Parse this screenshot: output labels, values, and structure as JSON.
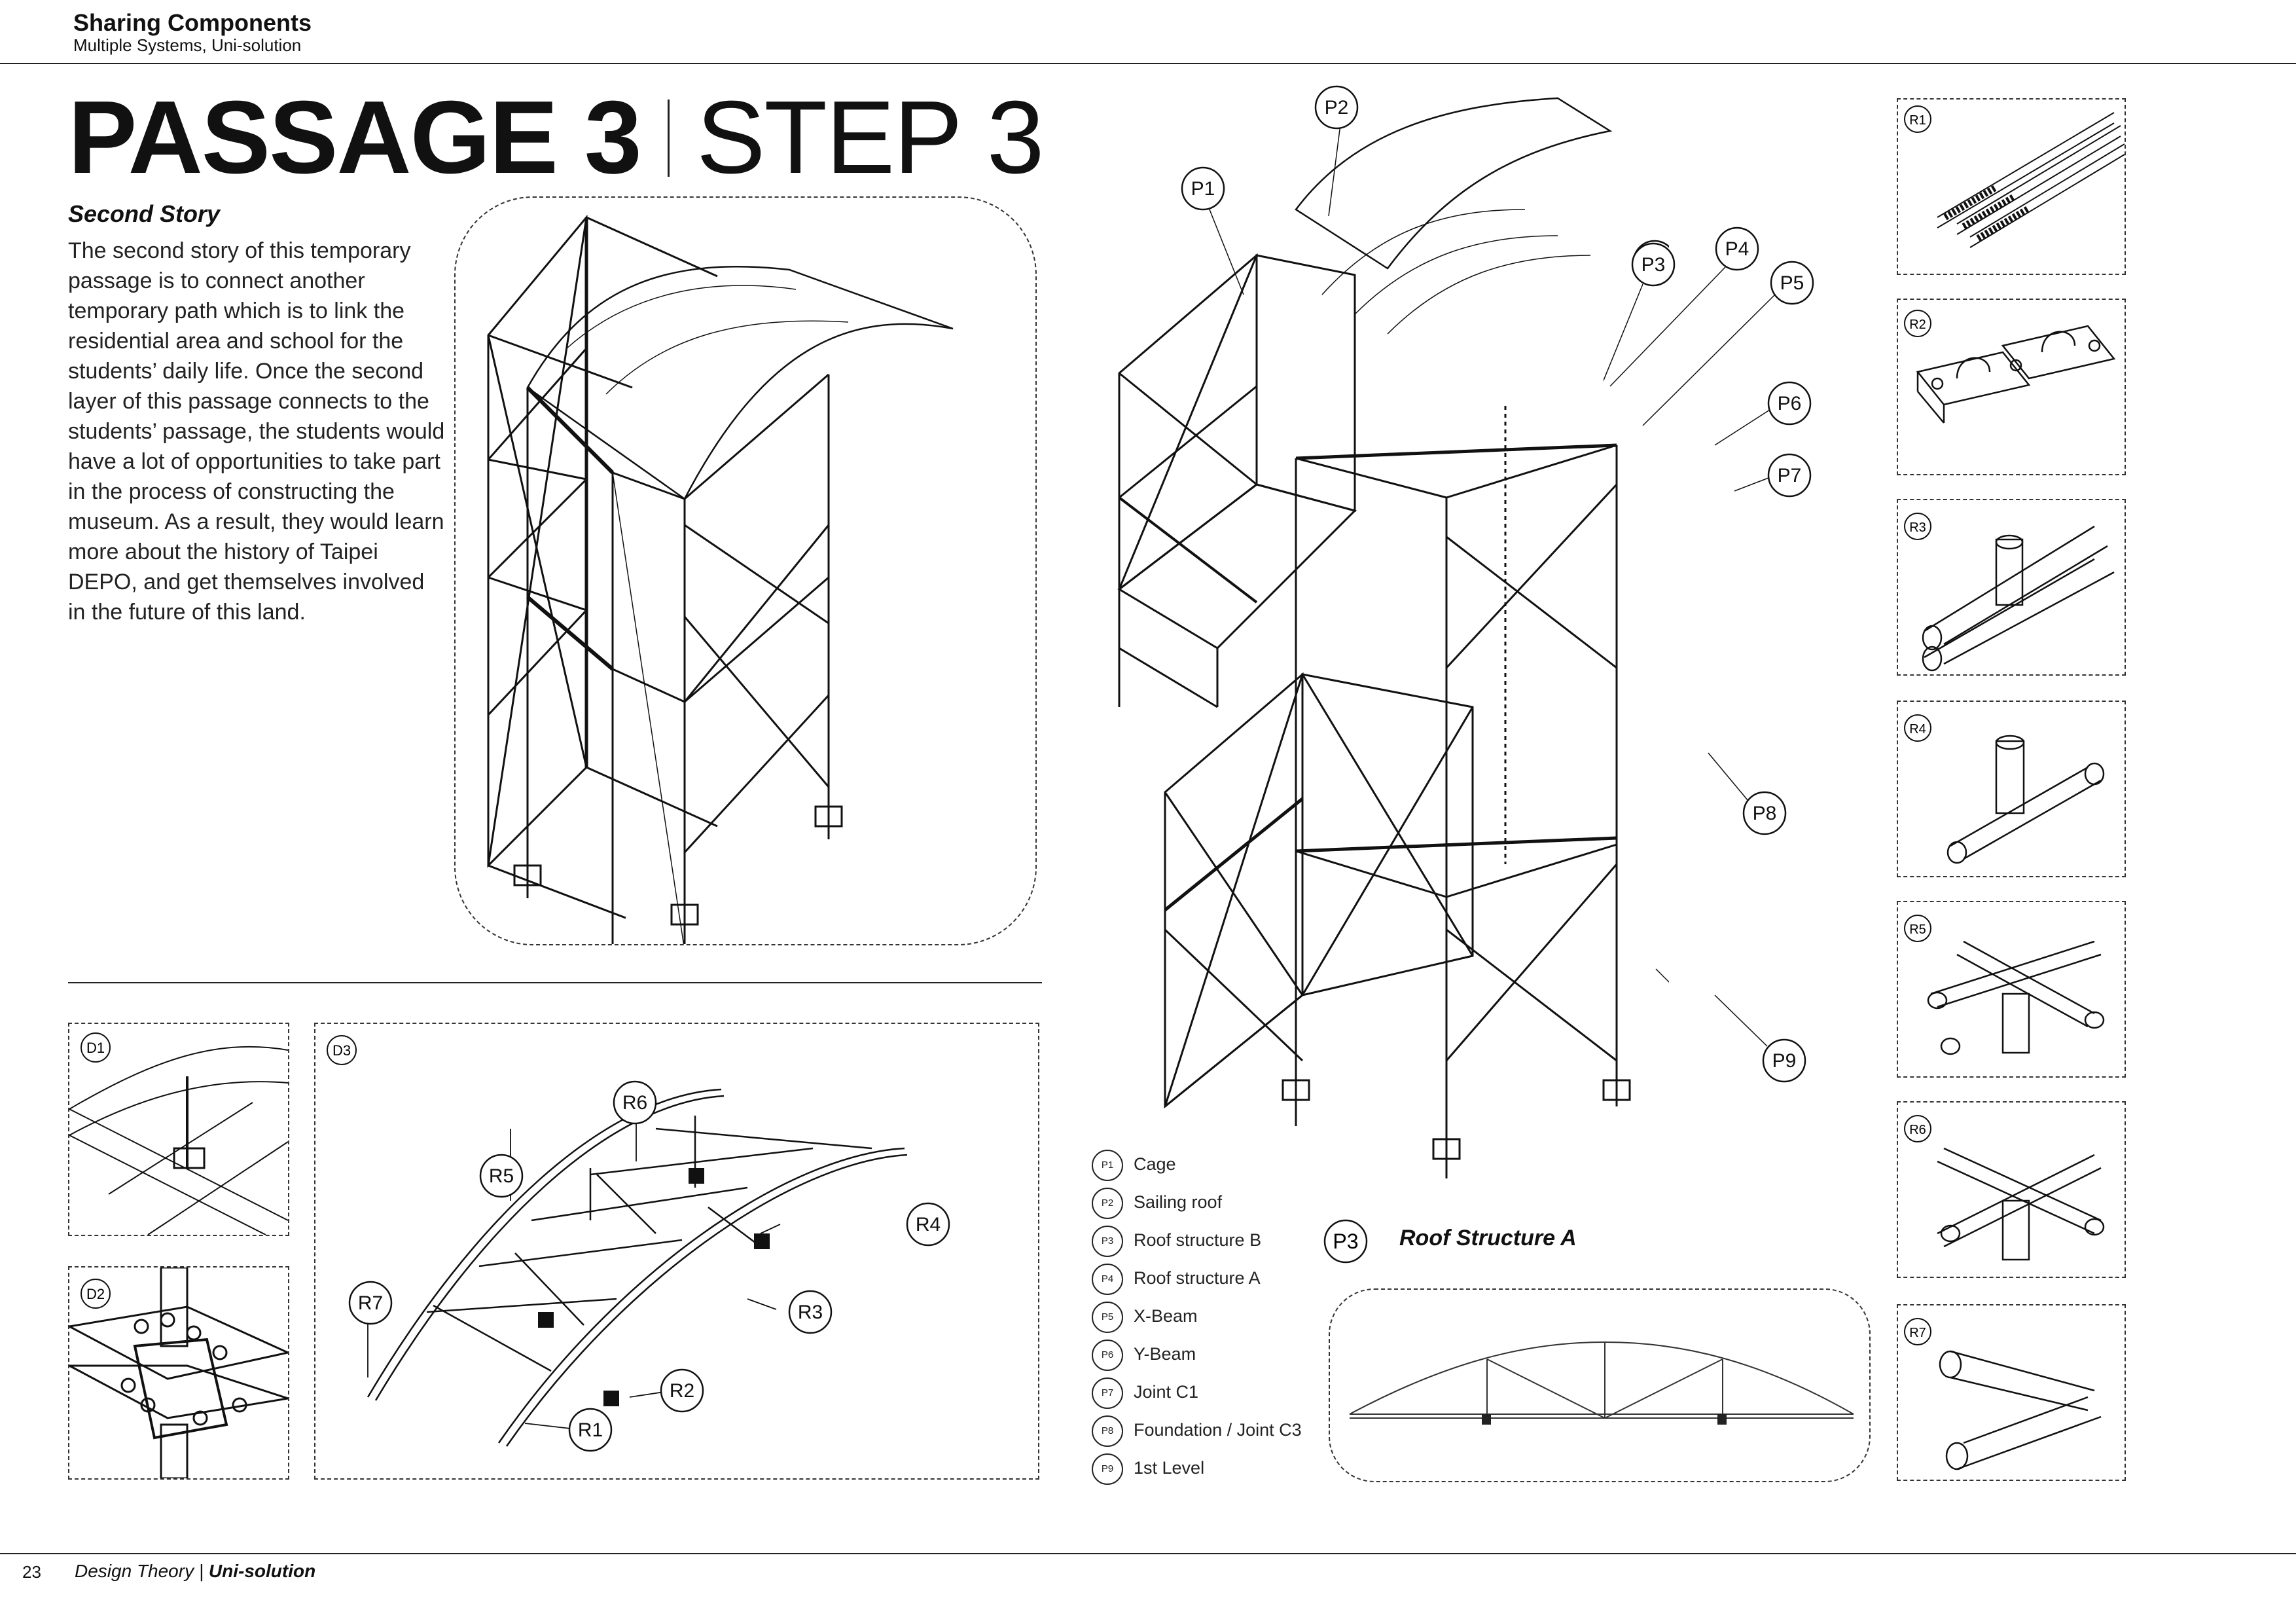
{
  "header": {
    "title": "Sharing Components",
    "subtitle": "Multiple Systems, Uni-solution"
  },
  "page_title": {
    "main": "PASSAGE 3",
    "step": "STEP 3"
  },
  "section": {
    "heading": "Second Story",
    "body": "The second story of this temporary passage is to connect another temporary path which is to link the residential area and school for the students’ daily life. Once the second layer of this passage connects to the students’ passage, the students would have a lot of opportunities to take part in the process of constructing the museum. As a result, they would learn more about the history of Taipei DEPO, and get themselves involved in the future of this land."
  },
  "exploded_labels": [
    "P1",
    "P2",
    "P3",
    "P4",
    "P5",
    "P6",
    "P7",
    "P8",
    "P9"
  ],
  "detail_tags": {
    "d1": "D1",
    "d2": "D2",
    "d3": "D3"
  },
  "d3_labels": [
    "R1",
    "R2",
    "R3",
    "R4",
    "R5",
    "R6",
    "R7"
  ],
  "component_tags": [
    "R1",
    "R2",
    "R3",
    "R4",
    "R5",
    "R6",
    "R7"
  ],
  "legend": [
    {
      "code": "P1",
      "label": "Cage"
    },
    {
      "code": "P2",
      "label": "Sailing roof"
    },
    {
      "code": "P3",
      "label": "Roof structure B"
    },
    {
      "code": "P4",
      "label": "Roof structure A"
    },
    {
      "code": "P5",
      "label": "X-Beam"
    },
    {
      "code": "P6",
      "label": "Y-Beam"
    },
    {
      "code": "P7",
      "label": "Joint C1"
    },
    {
      "code": "P8",
      "label": "Foundation / Joint C3"
    },
    {
      "code": "P9",
      "label": "1st Level"
    }
  ],
  "roof_structure": {
    "code": "P3",
    "label": "Roof Structure A"
  },
  "footer": {
    "page_number": "23",
    "left": "Design Theory | ",
    "right": "Uni-solution"
  }
}
